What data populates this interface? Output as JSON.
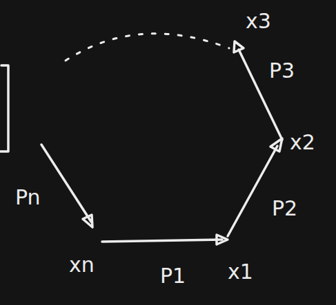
{
  "diagram": {
    "labels": [
      "x3",
      "P3",
      "x2",
      "P2",
      "Pn",
      "xn",
      "P1",
      "x1"
    ]
  }
}
